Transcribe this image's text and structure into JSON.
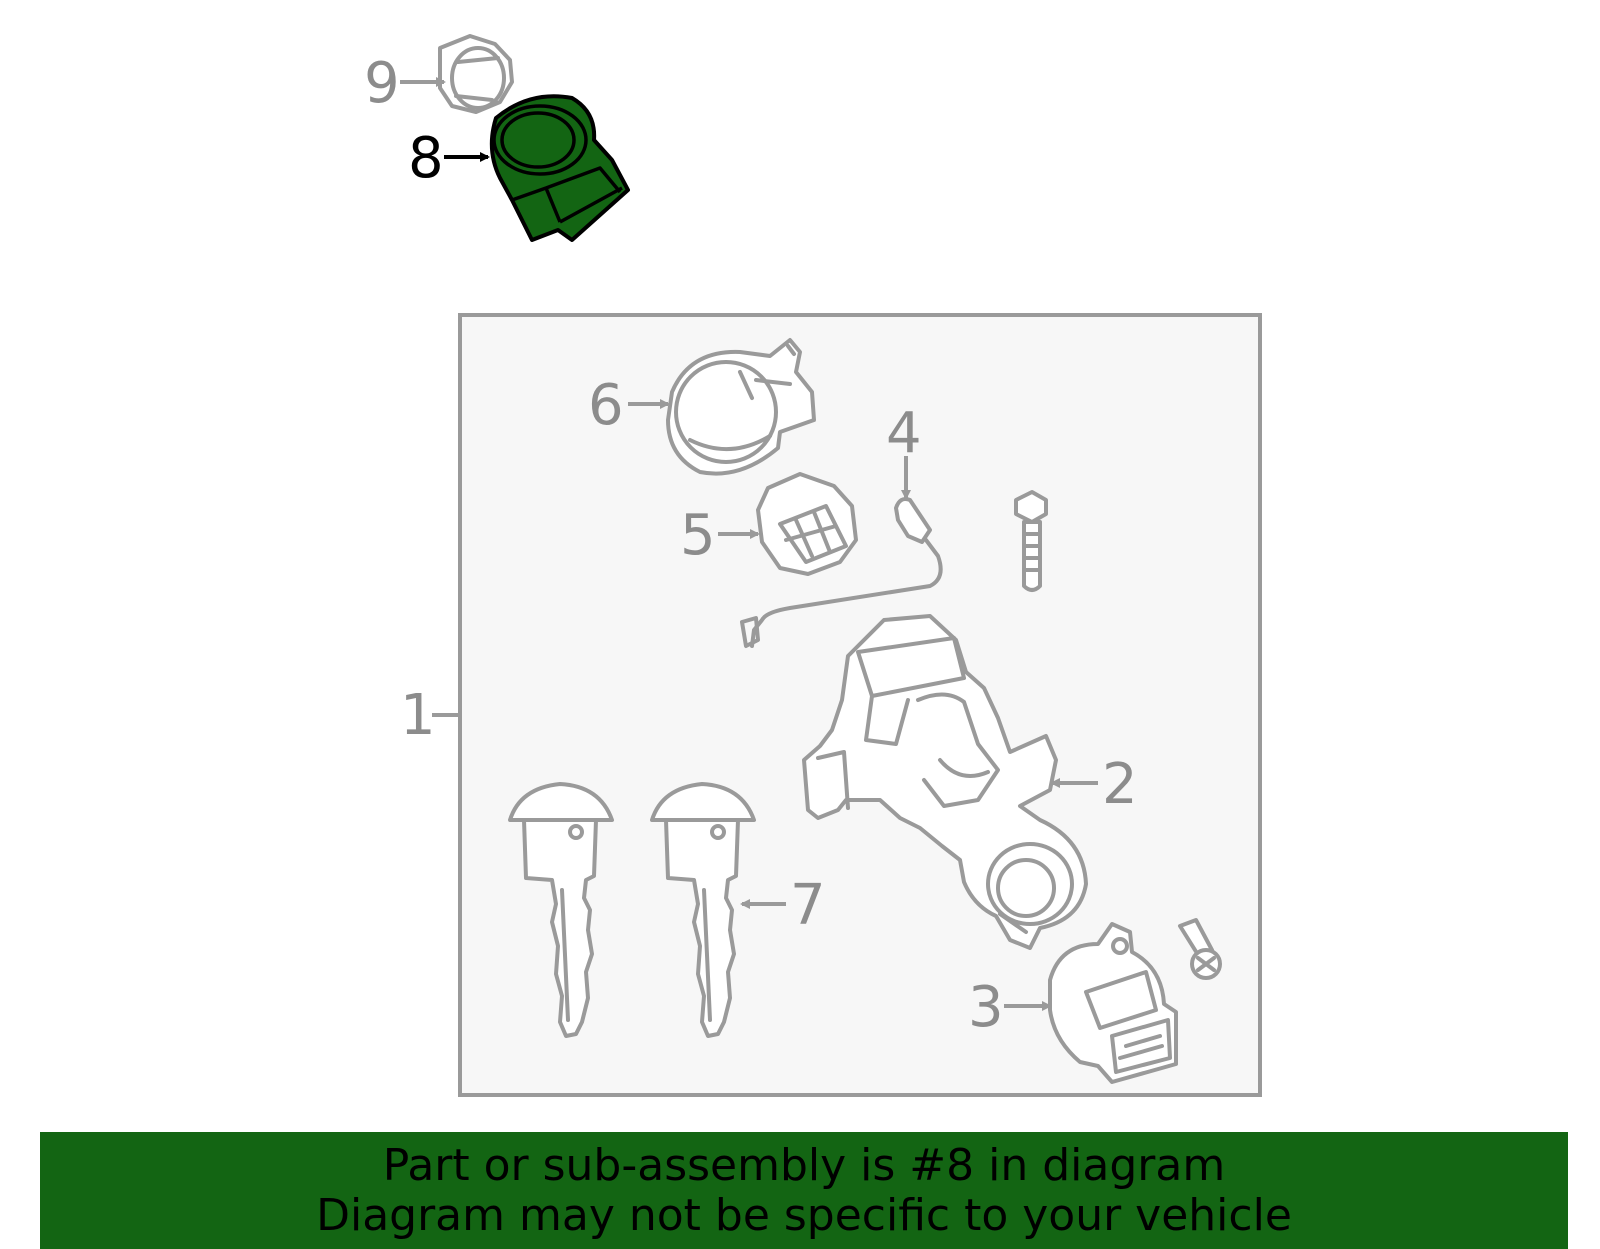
{
  "callouts": {
    "c1": "1",
    "c2": "2",
    "c3": "3",
    "c4": "4",
    "c5": "5",
    "c6": "6",
    "c7": "7",
    "c8": "8",
    "c9": "9"
  },
  "highlighted_part": "8",
  "colors": {
    "highlight": "#136513",
    "line_gray": "#9a9a9a",
    "box_fill": "#f7f7f7"
  },
  "banner": {
    "line1": "Part or sub-assembly is #8 in diagram",
    "line2": "Diagram may not be specific to your vehicle"
  }
}
